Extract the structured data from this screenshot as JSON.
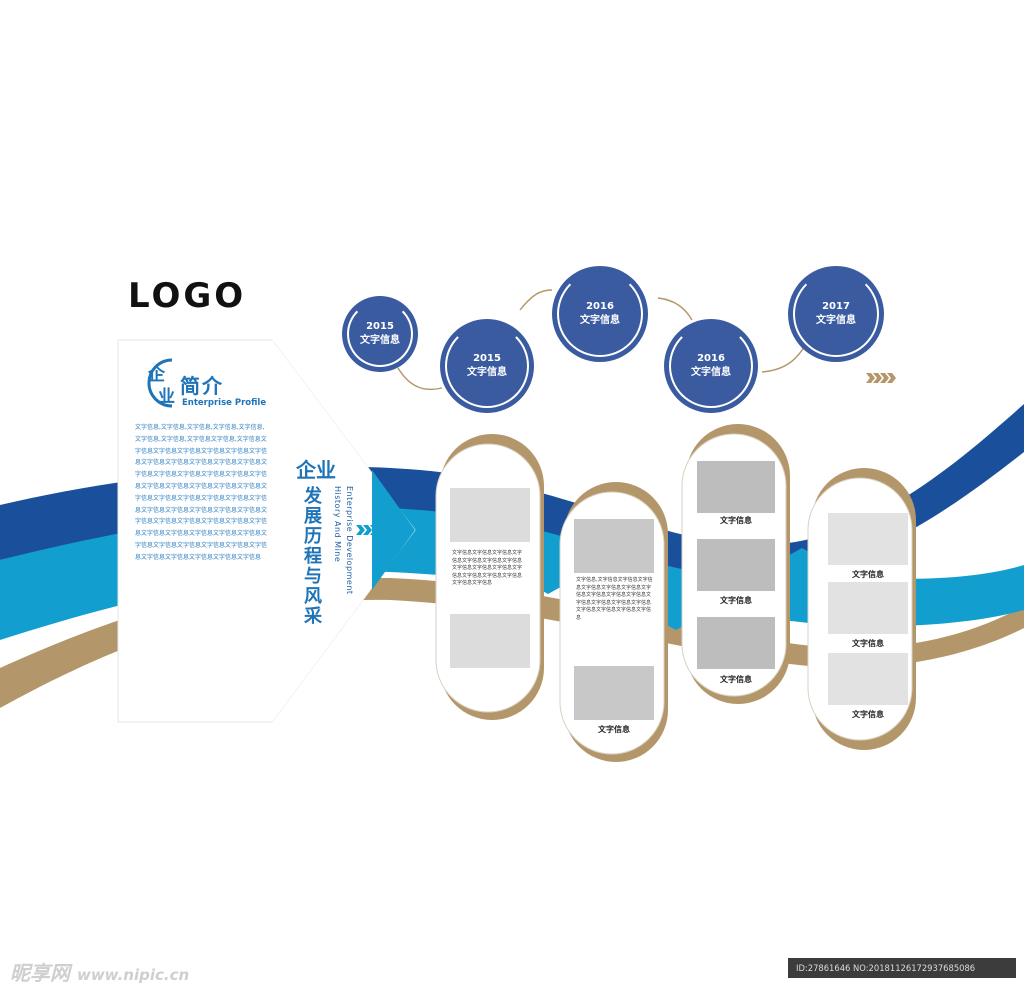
{
  "logo": "LOGO",
  "profile": {
    "title_a": "企",
    "title_b": "业",
    "title_c": "简介",
    "subtitle": "Enterprise Profile",
    "body": "文字信息,文字信息,文字信息,文字信息,文字信息,文字信息,文字信息,文字信息文字信息,文字信息文字信息文字信息文字信息文字信息文字信息文字信息文字信息文字信息文字信息文字信息文字信息文字信息文字信息文字信息文字信息文字信息文字信息文字信息文字信息文字信息文字信息文字信息文字信息文字信息文字信息文字信息文字信息文字信息文字信息文字信息文字信息文字信息文字信息文字信息文字信息文字信息文字信息文字信息文字信息文字信息文字信息文字信息文字信息文字信息文字信息文字信息文字信息文字信息文字信息文字信息文字信息文字信息文字信息文字信息文字信息"
  },
  "history": {
    "title_main": "企业",
    "title_rest": "发展历程与风采",
    "subtitle_1": "History And Mine",
    "subtitle_2": "Enterprise Development"
  },
  "timeline": [
    {
      "year": "2015",
      "text": "文字信息"
    },
    {
      "year": "2015",
      "text": "文字信息"
    },
    {
      "year": "2016",
      "text": "文字信息"
    },
    {
      "year": "2016",
      "text": "文字信息"
    },
    {
      "year": "2017",
      "text": "文字信息"
    }
  ],
  "panels": {
    "p1_text": "文字信息文字信息文字信息文字信息文字信息文字信息文字信息文字信息文字信息文字信息文字信息文字信息文字信息文字信息文字信息文字信息",
    "p2_text": "文字信息,文字信息文字信息文字信息文字信息文字信息文字信息文字信息文字信息文字信息文字信息文字信息文字信息文字信息文字信息文字信息文字信息文字信息文字信息",
    "p2_caption": "文字信息",
    "p3_captions": [
      "文字信息",
      "文字信息",
      "文字信息"
    ],
    "p4_captions": [
      "文字信息",
      "文字信息",
      "文字信息"
    ]
  },
  "watermark": {
    "brand": "昵享网",
    "url": "www.nipic.cn"
  },
  "id_text": "ID:27861646 NO:20181126172937685086",
  "colors": {
    "navy": "#1a4f9c",
    "cyan": "#129fd0",
    "gold": "#b39669",
    "bubble": "#3b5ba1",
    "text_blue": "#1f74b8"
  }
}
